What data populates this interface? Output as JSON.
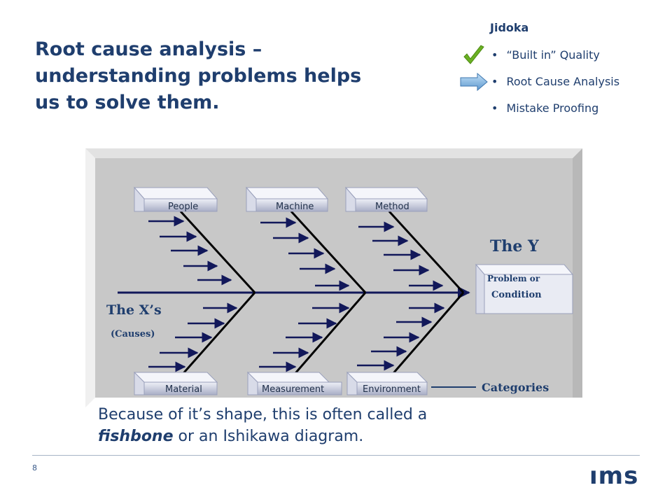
{
  "title_lines": [
    "Root cause analysis –",
    "understanding problems helps",
    "us to solve them."
  ],
  "jidoka": {
    "title": "Jidoka",
    "items": [
      "“Built in” Quality",
      "Root Cause Analysis",
      "Mistake Proofing"
    ],
    "check_icon": "check-mark-icon",
    "arrow_icon": "right-arrow-icon",
    "check_color": "#6ab023",
    "arrow_color": "#7fb4e0"
  },
  "diagram": {
    "effect_heading": "The Y",
    "effect_box_lines": [
      "Problem or",
      "Condition"
    ],
    "causes_heading": "The X’s",
    "causes_sub": "(Causes)",
    "categories_label": "Categories",
    "top_categories": [
      "People",
      "Machine",
      "Method"
    ],
    "bottom_categories": [
      "Material",
      "Measurement",
      "Environment"
    ],
    "panel_color": "#c8c8c8",
    "arrow_color": "#12185a"
  },
  "caption": {
    "line1": "Because of it’s shape, this is often called a",
    "line2_em": "fishbone",
    "line2_rest": " or an Ishikawa diagram."
  },
  "page_number": "8",
  "logo": {
    "before": "ım",
    "dot": "",
    "after": "s"
  }
}
